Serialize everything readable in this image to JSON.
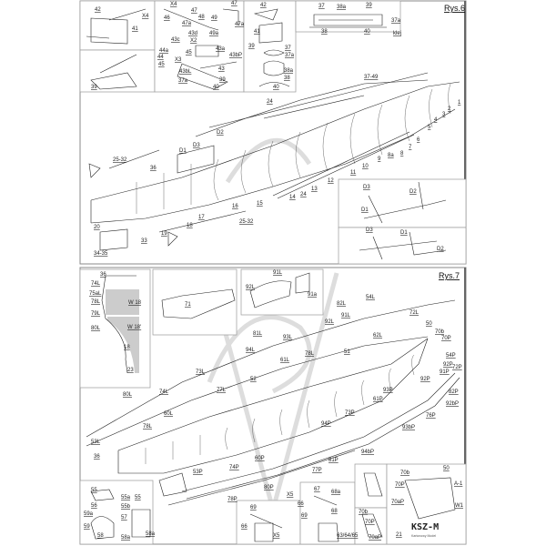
{
  "rys6": {
    "title": "Rys.6",
    "labels": [
      "42",
      "X4",
      "41",
      "39",
      "X4",
      "46",
      "47",
      "48",
      "49",
      "47",
      "47a",
      "47a",
      "49a",
      "43d",
      "43c",
      "X2",
      "43a",
      "45",
      "44a",
      "44",
      "X3",
      "45",
      "43bP",
      "43",
      "43bL",
      "37a",
      "39",
      "40",
      "42",
      "41",
      "39",
      "37",
      "37a",
      "38a",
      "38",
      "40",
      "37",
      "38a",
      "39",
      "37a",
      "38",
      "40",
      "klej",
      "37-49",
      "24",
      "D2",
      "D3",
      "D1",
      "25-32",
      "36",
      "1",
      "2",
      "3",
      "4",
      "5",
      "6",
      "7",
      "8",
      "8a",
      "9",
      "10",
      "11",
      "12",
      "13",
      "24",
      "14",
      "15",
      "16",
      "17",
      "18",
      "19",
      "25-32",
      "20",
      "33",
      "34-35",
      "D3",
      "D2",
      "D1",
      "D3",
      "D1",
      "D2"
    ]
  },
  "rys7": {
    "title": "Rys.7",
    "labels": [
      "36",
      "74L",
      "75aL",
      "78L",
      "79L",
      "80L",
      "W 18",
      "W 18'",
      "18",
      "23",
      "71",
      "92L",
      "91L",
      "91a",
      "82L",
      "54L",
      "72L",
      "91L",
      "92L",
      "62L",
      "81L",
      "93L",
      "94L",
      "78L",
      "51",
      "61L",
      "50",
      "70b",
      "70P",
      "54P",
      "92P",
      "72P",
      "91P",
      "92P",
      "73L",
      "52",
      "77L",
      "82P",
      "80L",
      "74L",
      "92bP",
      "93P",
      "61P",
      "73P",
      "76P",
      "60L",
      "93bP",
      "94P",
      "78L",
      "53L",
      "94bP",
      "36",
      "60P",
      "81P",
      "77P",
      "74P",
      "53P",
      "80P",
      "78P",
      "55",
      "55a",
      "55",
      "56",
      "55b",
      "59a",
      "57",
      "59",
      "58",
      "58a",
      "58a",
      "69",
      "X5",
      "67",
      "68a",
      "66",
      "68",
      "69",
      "66",
      "X5",
      "63/64/65",
      "70b",
      "70P",
      "70aP",
      "70b",
      "50",
      "70P",
      "A-1",
      "70aP",
      "W1",
      "21"
    ]
  },
  "logo": {
    "text": "KSZ-M",
    "subtitle": "Kartonowy Model"
  }
}
